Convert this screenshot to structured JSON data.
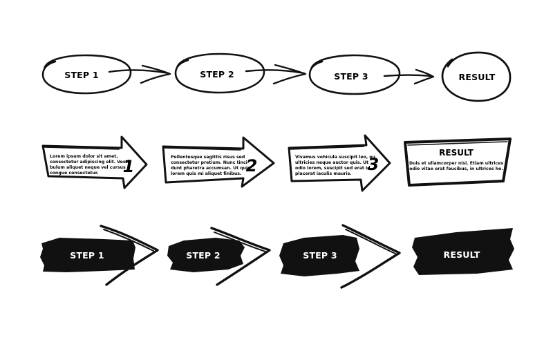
{
  "row1": {
    "steps": [
      "STEP 1",
      "STEP 2",
      "STEP 3"
    ],
    "result": "RESULT"
  },
  "row2": {
    "steps": [
      {
        "number": "1",
        "lines": [
          "Lorem ipsum dolor sit amet,",
          "consectetur adipiscing elit. Vesti-",
          "bulum aliquet neque vel cursus",
          "congue consectetur."
        ]
      },
      {
        "number": "2",
        "lines": [
          "Pellentesque sagittis risus sed",
          "consectetur pretium. Nunc tinci-",
          "dunt pharetra accumsan. Ut quis",
          "lorem quis mi aliquet finibus."
        ]
      },
      {
        "number": "3",
        "lines": [
          "Vivamus vehicula suscipit leo, eu",
          "ultricies neque auctor quis. Ut",
          "odio lorem, suscipit sed erat id,",
          "placerat iaculis mauris."
        ]
      }
    ],
    "result": {
      "title": "RESULT",
      "lines": [
        "Duis et ullamcorper nisi. Etiam ultrices",
        "odio vitae erat faucibus, in ultrices ho."
      ]
    }
  },
  "row3": {
    "steps": [
      "STEP 1",
      "STEP 2",
      "STEP 3"
    ],
    "result": "RESULT"
  },
  "colors": {
    "ink": "#111111",
    "paper": "#ffffff"
  }
}
